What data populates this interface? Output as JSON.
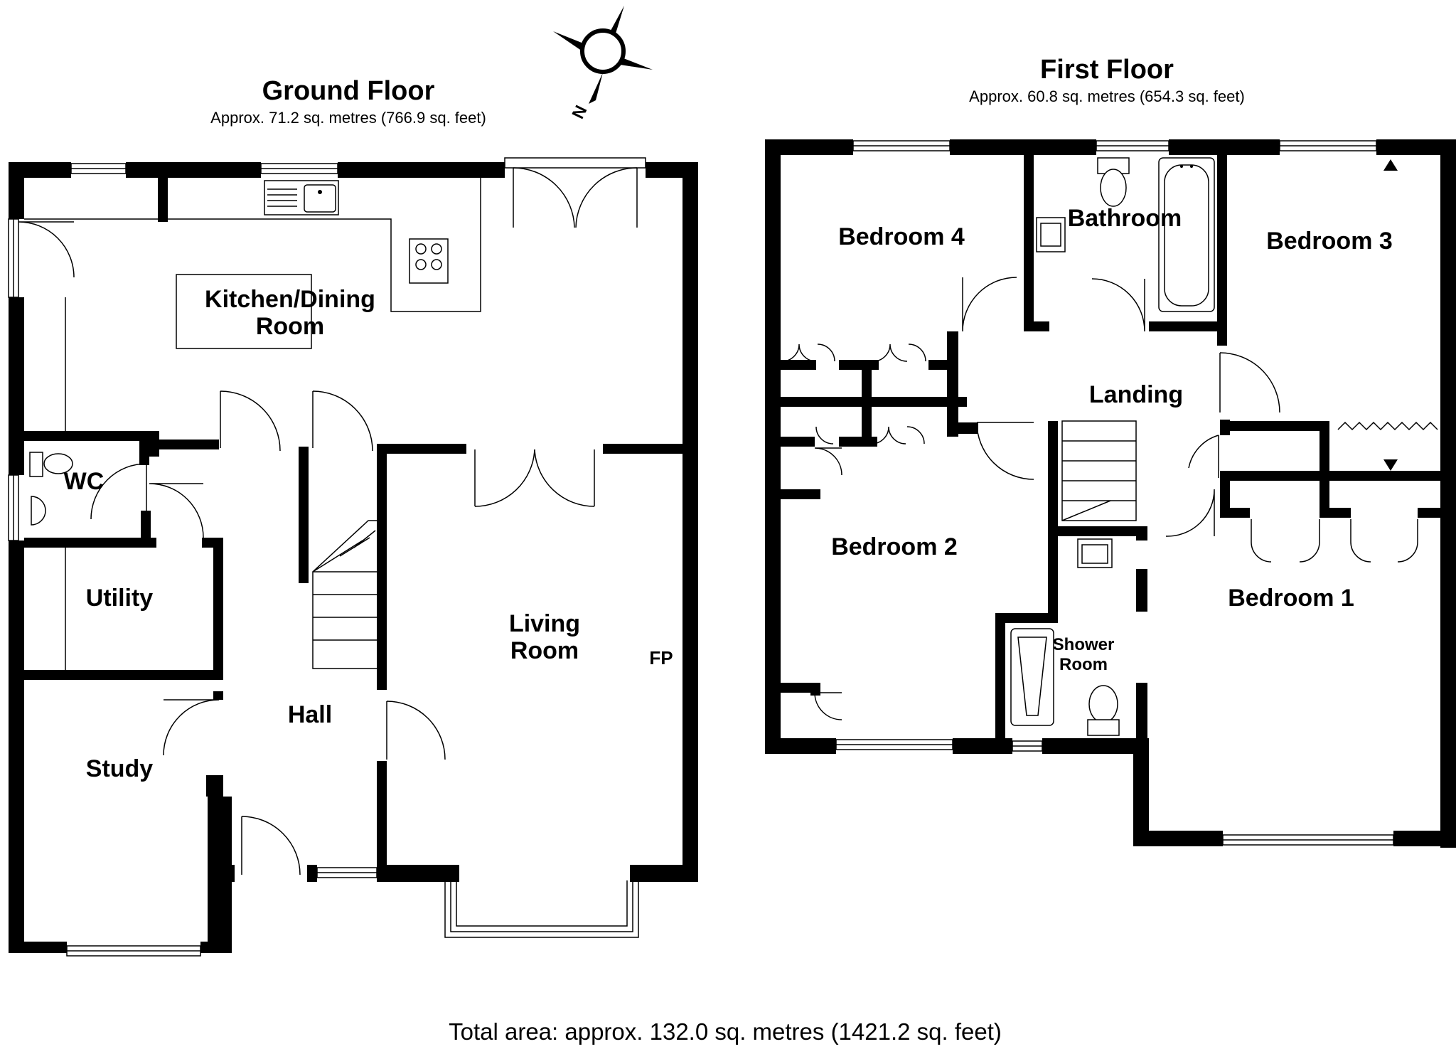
{
  "ground_floor": {
    "title": "Ground Floor",
    "area": "Approx. 71.2 sq. metres (766.9 sq. feet)",
    "rooms": {
      "kitchen_line1": "Kitchen/Dining",
      "kitchen_line2": "Room",
      "wc": "WC",
      "utility": "Utility",
      "study": "Study",
      "hall": "Hall",
      "living_line1": "Living",
      "living_line2": "Room",
      "fireplace": "FP"
    }
  },
  "first_floor": {
    "title": "First Floor",
    "area": "Approx. 60.8 sq. metres (654.3 sq. feet)",
    "rooms": {
      "bedroom4": "Bedroom 4",
      "bathroom": "Bathroom",
      "bedroom3": "Bedroom 3",
      "landing": "Landing",
      "bedroom2": "Bedroom 2",
      "bedroom1": "Bedroom 1",
      "shower_line1": "Shower",
      "shower_line2": "Room"
    }
  },
  "compass": {
    "label": "N",
    "icon": "compass-icon"
  },
  "total_area": "Total area: approx. 132.0 sq. metres (1421.2 sq. feet)",
  "colors": {
    "walls": "#000000",
    "background": "#ffffff"
  }
}
